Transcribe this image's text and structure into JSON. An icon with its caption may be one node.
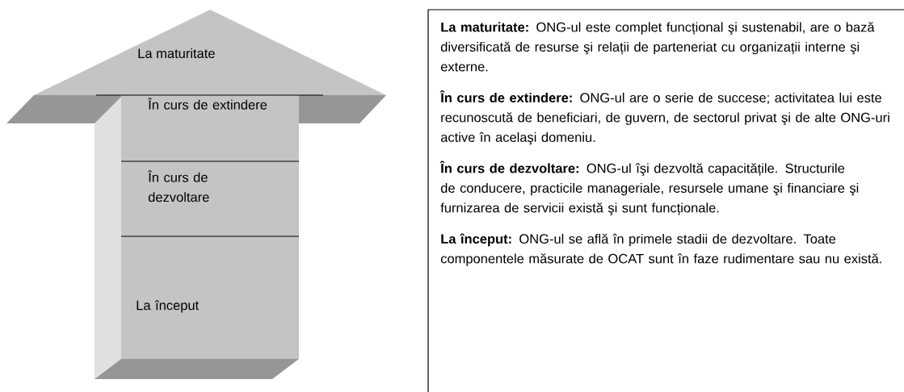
{
  "diagram": {
    "nodes": [
      {
        "text": [
          "La maturitate"
        ]
      },
      {
        "text": [
          "În curs de extindere"
        ]
      },
      {
        "text": [
          "În curs de dezvoltare"
        ]
      },
      {
        "text": [
          "La început"
        ]
      },
      {
        "text": [
          "**La maturitate:** ONG-ul este complet funcțional şi sustenabil, are o bază diversificată de resurse şi relații de parteneriat cu organizații interne şi externe.",
          "**În curs de extindere:** ONG-ul are o serie de succese; activitatea lui este recunoscută de beneficiari, de guvern, de sectorul privat şi de alte ONG-uri active în acelaşi domeniu.",
          "**În curs de dezvoltare:** ONG-ul îşi dezvoltă capacitățile. Structurile de conducere, practicile manageriale, resursele umane şi financiare şi furnizarea de servicii există şi sunt funcționale.",
          "**La început:** ONG-ul se află în primele stadii de dezvoltare. Toate componentele măsurate de OCAT sunt în faze rudimentare sau nu există."
        ]
      }
    ]
  }
}
